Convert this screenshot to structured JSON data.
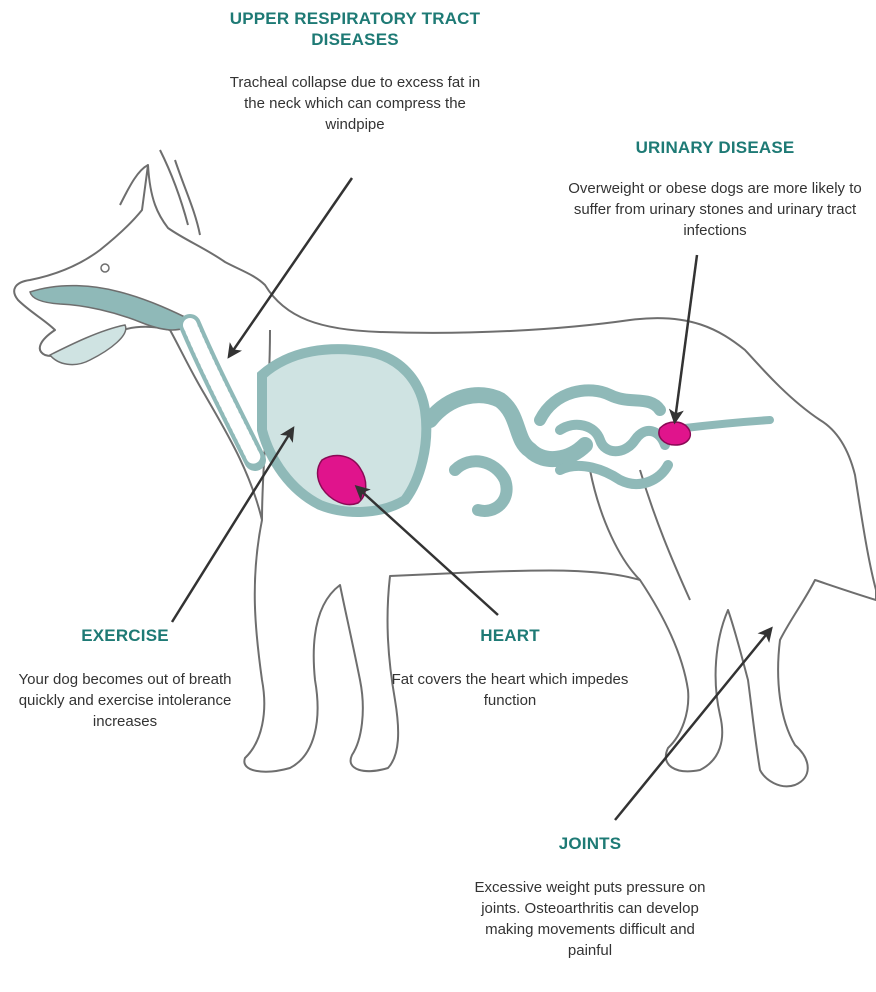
{
  "theme": {
    "heading_color": "#1e7a75",
    "organ_color": "#8fb9b8",
    "organ_light": "#cfe3e2",
    "highlight_color": "#e0148c",
    "outline_color": "#6e6e6e",
    "arrow_color": "#333333"
  },
  "callouts": {
    "upper_respiratory": {
      "title": "UPPER RESPIRATORY TRACT DISEASES",
      "text": "Tracheal collapse due to excess fat in the neck which can compress the windpipe"
    },
    "urinary": {
      "title": "URINARY DISEASE",
      "text": "Overweight or obese dogs are more likely to suffer from urinary stones and urinary tract infections"
    },
    "exercise": {
      "title": "EXERCISE",
      "text": "Your dog becomes out of breath quickly and exercise intolerance increases"
    },
    "heart": {
      "title": "HEART",
      "text": "Fat covers the heart which impedes function"
    },
    "joints": {
      "title": "JOINTS",
      "text": "Excessive weight puts pressure on joints. Osteoarthritis can develop making movements difficult and painful"
    }
  },
  "icons": {
    "dog_body": "dog-silhouette",
    "pointer": "arrow"
  }
}
